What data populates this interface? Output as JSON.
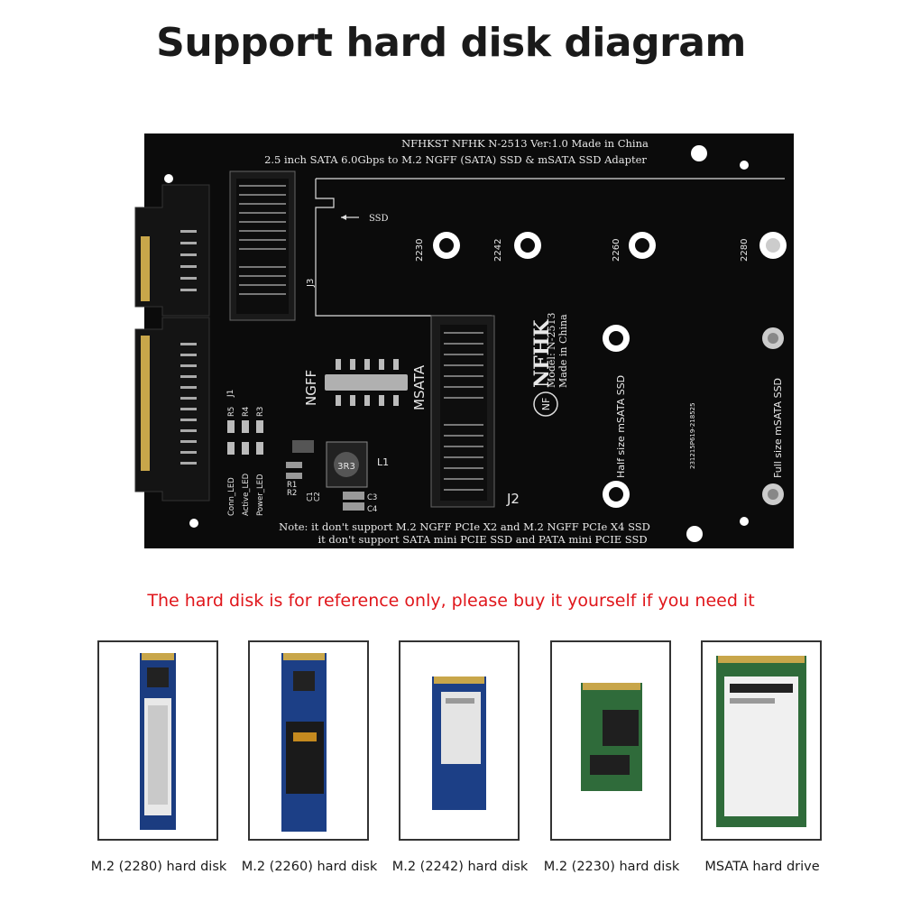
{
  "title": "Support hard disk diagram",
  "board": {
    "header_line1": "NFHKST NFHK N-2513 Ver:1.0 Made in China",
    "header_line2": "2.5 inch SATA 6.0Gbps to M.2 NGFF (SATA) SSD & mSATA SSD Adapter",
    "ssd_arrow_label": "SSD",
    "j3_label": "J3",
    "j1_label": "J1",
    "j2_label": "J2",
    "l1_label": "L1",
    "size_labels": [
      "2230",
      "2242",
      "2260",
      "2280"
    ],
    "brand_logo": "NFHK",
    "model_line": "Model: N-2513",
    "made_in": "Made in China",
    "ngff_label": "NGFF",
    "msata_label": "MSATA",
    "half_size_label": "Half size mSATA SSD",
    "full_size_label": "Full size mSATA SSD",
    "serial_code": "231215P619-218525",
    "led_labels": [
      "Conn_LED",
      "Active_LED",
      "Power_LED"
    ],
    "resistor_labels": [
      "R5",
      "R4",
      "R3",
      "R1",
      "R2"
    ],
    "cap_labels": [
      "C1",
      "C2",
      "C3",
      "C4"
    ],
    "inductor_marking": "3R3",
    "note_line1": "Note: it don't support M.2 NGFF PCIe X2 and M.2 NGFF PCIe X4 SSD",
    "note_line2": "it don't support SATA mini PCIE SSD and PATA mini PCIE SSD"
  },
  "notice": "The hard disk is for reference only, please buy it yourself if you need it",
  "disks": [
    {
      "caption": "M.2 (2280) hard disk"
    },
    {
      "caption": "M.2 (2260) hard disk"
    },
    {
      "caption": "M.2 (2242) hard disk"
    },
    {
      "caption": "M.2 (2230) hard disk"
    },
    {
      "caption": "MSATA hard drive"
    }
  ],
  "colors": {
    "pcb": "#0b0b0b",
    "silkscreen": "#e8e8e8",
    "notice": "#e0161b",
    "ssd_board_blue": "#1c3f86",
    "ssd_board_green": "#2f6b3a"
  }
}
